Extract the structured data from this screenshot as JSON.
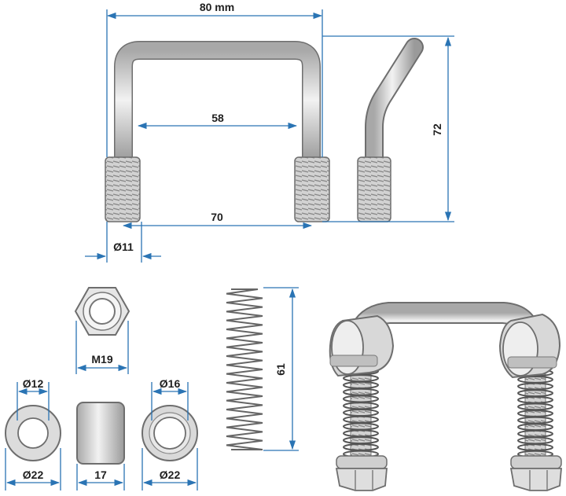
{
  "colors": {
    "dimension": "#2a74b4",
    "outline": "#6e6e6e",
    "metal": "#d6d6d6",
    "thread": "#b9b9b9"
  },
  "dims": {
    "width_80": "80 mm",
    "inner_58": "58",
    "thread_70": "70",
    "height_72": "72",
    "dia_11": "Ø11",
    "nut_m19": "M19",
    "spring_61": "61",
    "washer_id_12": "Ø12",
    "washer_od_22": "Ø22",
    "spacer_17": "17",
    "bush_id_16": "Ø16",
    "bush_od_22": "Ø22"
  },
  "parts": [
    "u-bolt-front-view",
    "u-bolt-side-view",
    "hex-nut",
    "flat-washer",
    "spacer-sleeve",
    "bushing",
    "compression-spring",
    "assembly"
  ]
}
